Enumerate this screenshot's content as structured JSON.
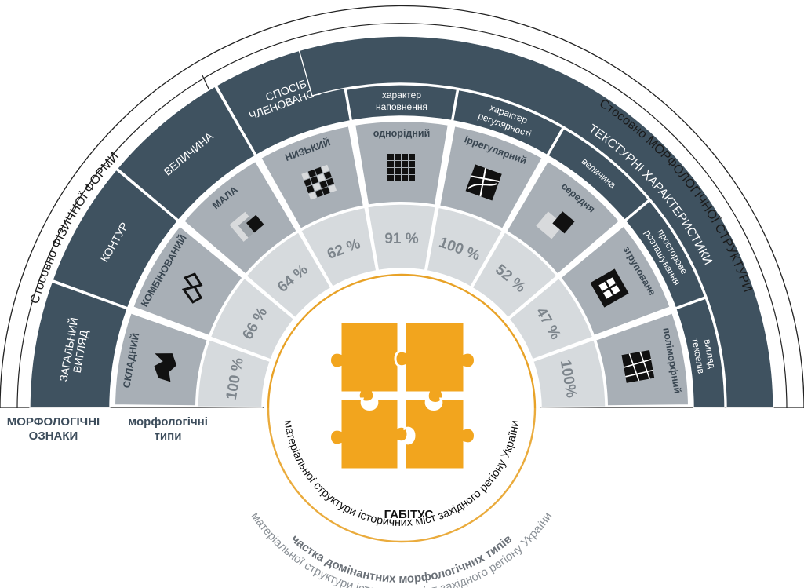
{
  "outer_arcs": {
    "left_label": "Стосовно ФІЗИЧНОЇ ФОРМИ",
    "right_label": "Стосовно МОРФОЛОГІЧНОЇ СТРУКТУРИ"
  },
  "texture_band": {
    "label": "ТЕКСТУРНІ ХАРАКТЕРИСТИКИ"
  },
  "features": [
    {
      "id": "general-view",
      "lines": [
        "ЗАГАЛЬНИЙ",
        "ВИГЛЯД"
      ]
    },
    {
      "id": "contour",
      "lines": [
        "КОНТУР"
      ]
    },
    {
      "id": "size",
      "lines": [
        "ВЕЛИЧИНА"
      ]
    },
    {
      "id": "division-method",
      "lines": [
        "СПОСІБ",
        "ЧЛЕНОВАНОСТІ"
      ]
    },
    {
      "id": "fill-character",
      "lines": [
        "характер",
        "наповнення"
      ]
    },
    {
      "id": "regularity-character",
      "lines": [
        "характер",
        "регулярності"
      ]
    },
    {
      "id": "texture-size",
      "lines": [
        "величина"
      ]
    },
    {
      "id": "spatial-arrangement",
      "lines": [
        "просторове",
        "розташування"
      ]
    },
    {
      "id": "texel-view",
      "lines": [
        "вигляд",
        "текселів"
      ]
    }
  ],
  "types": [
    {
      "id": "complex",
      "label": "СКЛАДНИЙ",
      "pct": "100 %",
      "icon": "complex-shape-icon"
    },
    {
      "id": "combined",
      "label": "КОМБІНОВАНИЙ",
      "pct": "66 %",
      "icon": "zigzag-outline-icon"
    },
    {
      "id": "small",
      "label": "МАЛА",
      "pct": "64 %",
      "icon": "small-square-icon"
    },
    {
      "id": "low",
      "label": "НИЗЬКИЙ",
      "pct": "62 %",
      "icon": "low-grid-icon"
    },
    {
      "id": "homogeneous",
      "label": "однорідний",
      "pct": "91 %",
      "icon": "uniform-grid-icon"
    },
    {
      "id": "irregular",
      "label": "іррегулярний",
      "pct": "100 %",
      "icon": "irregular-grid-icon"
    },
    {
      "id": "medium",
      "label": "середня",
      "pct": "52 %",
      "icon": "medium-square-icon"
    },
    {
      "id": "grouped",
      "label": "згруповане",
      "pct": "47 %",
      "icon": "grouped-square-icon"
    },
    {
      "id": "polymorphic",
      "label": "поліморфний",
      "pct": "100%",
      "icon": "polymorphic-lines-icon"
    }
  ],
  "bottom_labels": {
    "features_title_lines": [
      "МОРФОЛОГІЧНІ",
      "ОЗНАКИ"
    ],
    "types_title_lines": [
      "морфологічні",
      "типи"
    ]
  },
  "share_caption": {
    "line1": "частка домінантних морфологічних типів",
    "line2": "матеріальної структури історичних міст західного регіону України"
  },
  "habitus": {
    "title": "ГАБІТУС",
    "caption": "матеріальної структури історичних міст західного регіону України"
  },
  "colors": {
    "band_dark": "#3f5260",
    "band_mid": "#566a78",
    "type_tile": "#a8afb6",
    "pct_ring": "#d6dadd",
    "puzzle": "#f2a51e",
    "orange_ring": "#e8a227"
  }
}
